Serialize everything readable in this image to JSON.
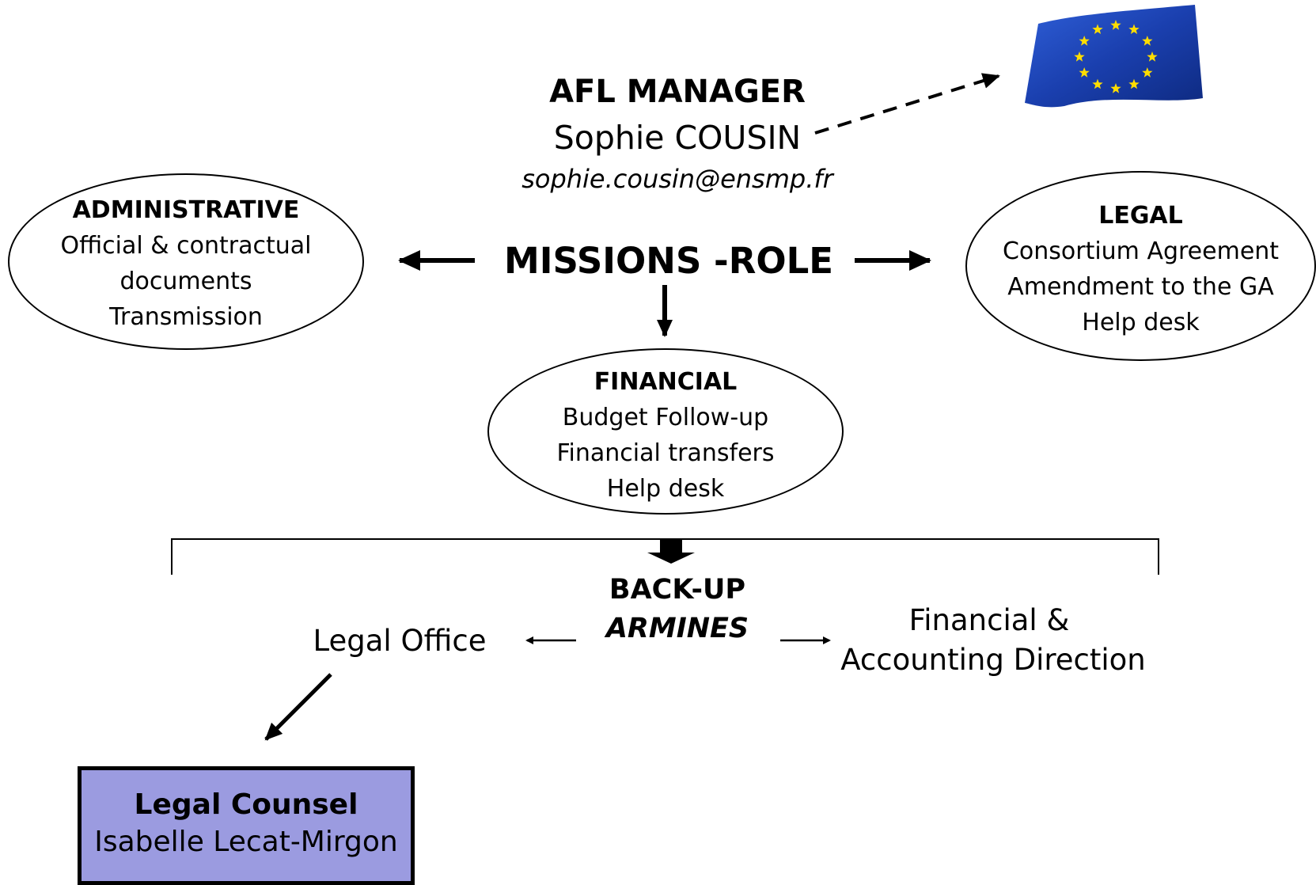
{
  "manager": {
    "title": "AFL MANAGER",
    "name": "Sophie COUSIN",
    "email": "sophie.cousin@ensmp.fr"
  },
  "missions": {
    "label": "MISSIONS -ROLE"
  },
  "administrative": {
    "title": "ADMINISTRATIVE",
    "lines": [
      "Official & contractual",
      "documents",
      "Transmission"
    ]
  },
  "legal": {
    "title": "LEGAL",
    "lines": [
      "Consortium Agreement",
      "Amendment to the GA",
      "Help desk"
    ]
  },
  "financial": {
    "title": "FINANCIAL",
    "lines": [
      "Budget Follow-up",
      "Financial transfers",
      "Help desk"
    ]
  },
  "backup": {
    "title": "BACK-UP",
    "org": "ARMINES",
    "legal_office": "Legal Office",
    "finance_line1": "Financial &",
    "finance_line2": "Accounting Direction"
  },
  "counsel": {
    "title": "Legal Counsel",
    "name": "Isabelle Lecat-Mirgon"
  },
  "flag": {
    "icon": "eu-flag-icon",
    "stars": 12,
    "color_blue": "#1a3fae",
    "color_star": "#ffdd00"
  }
}
